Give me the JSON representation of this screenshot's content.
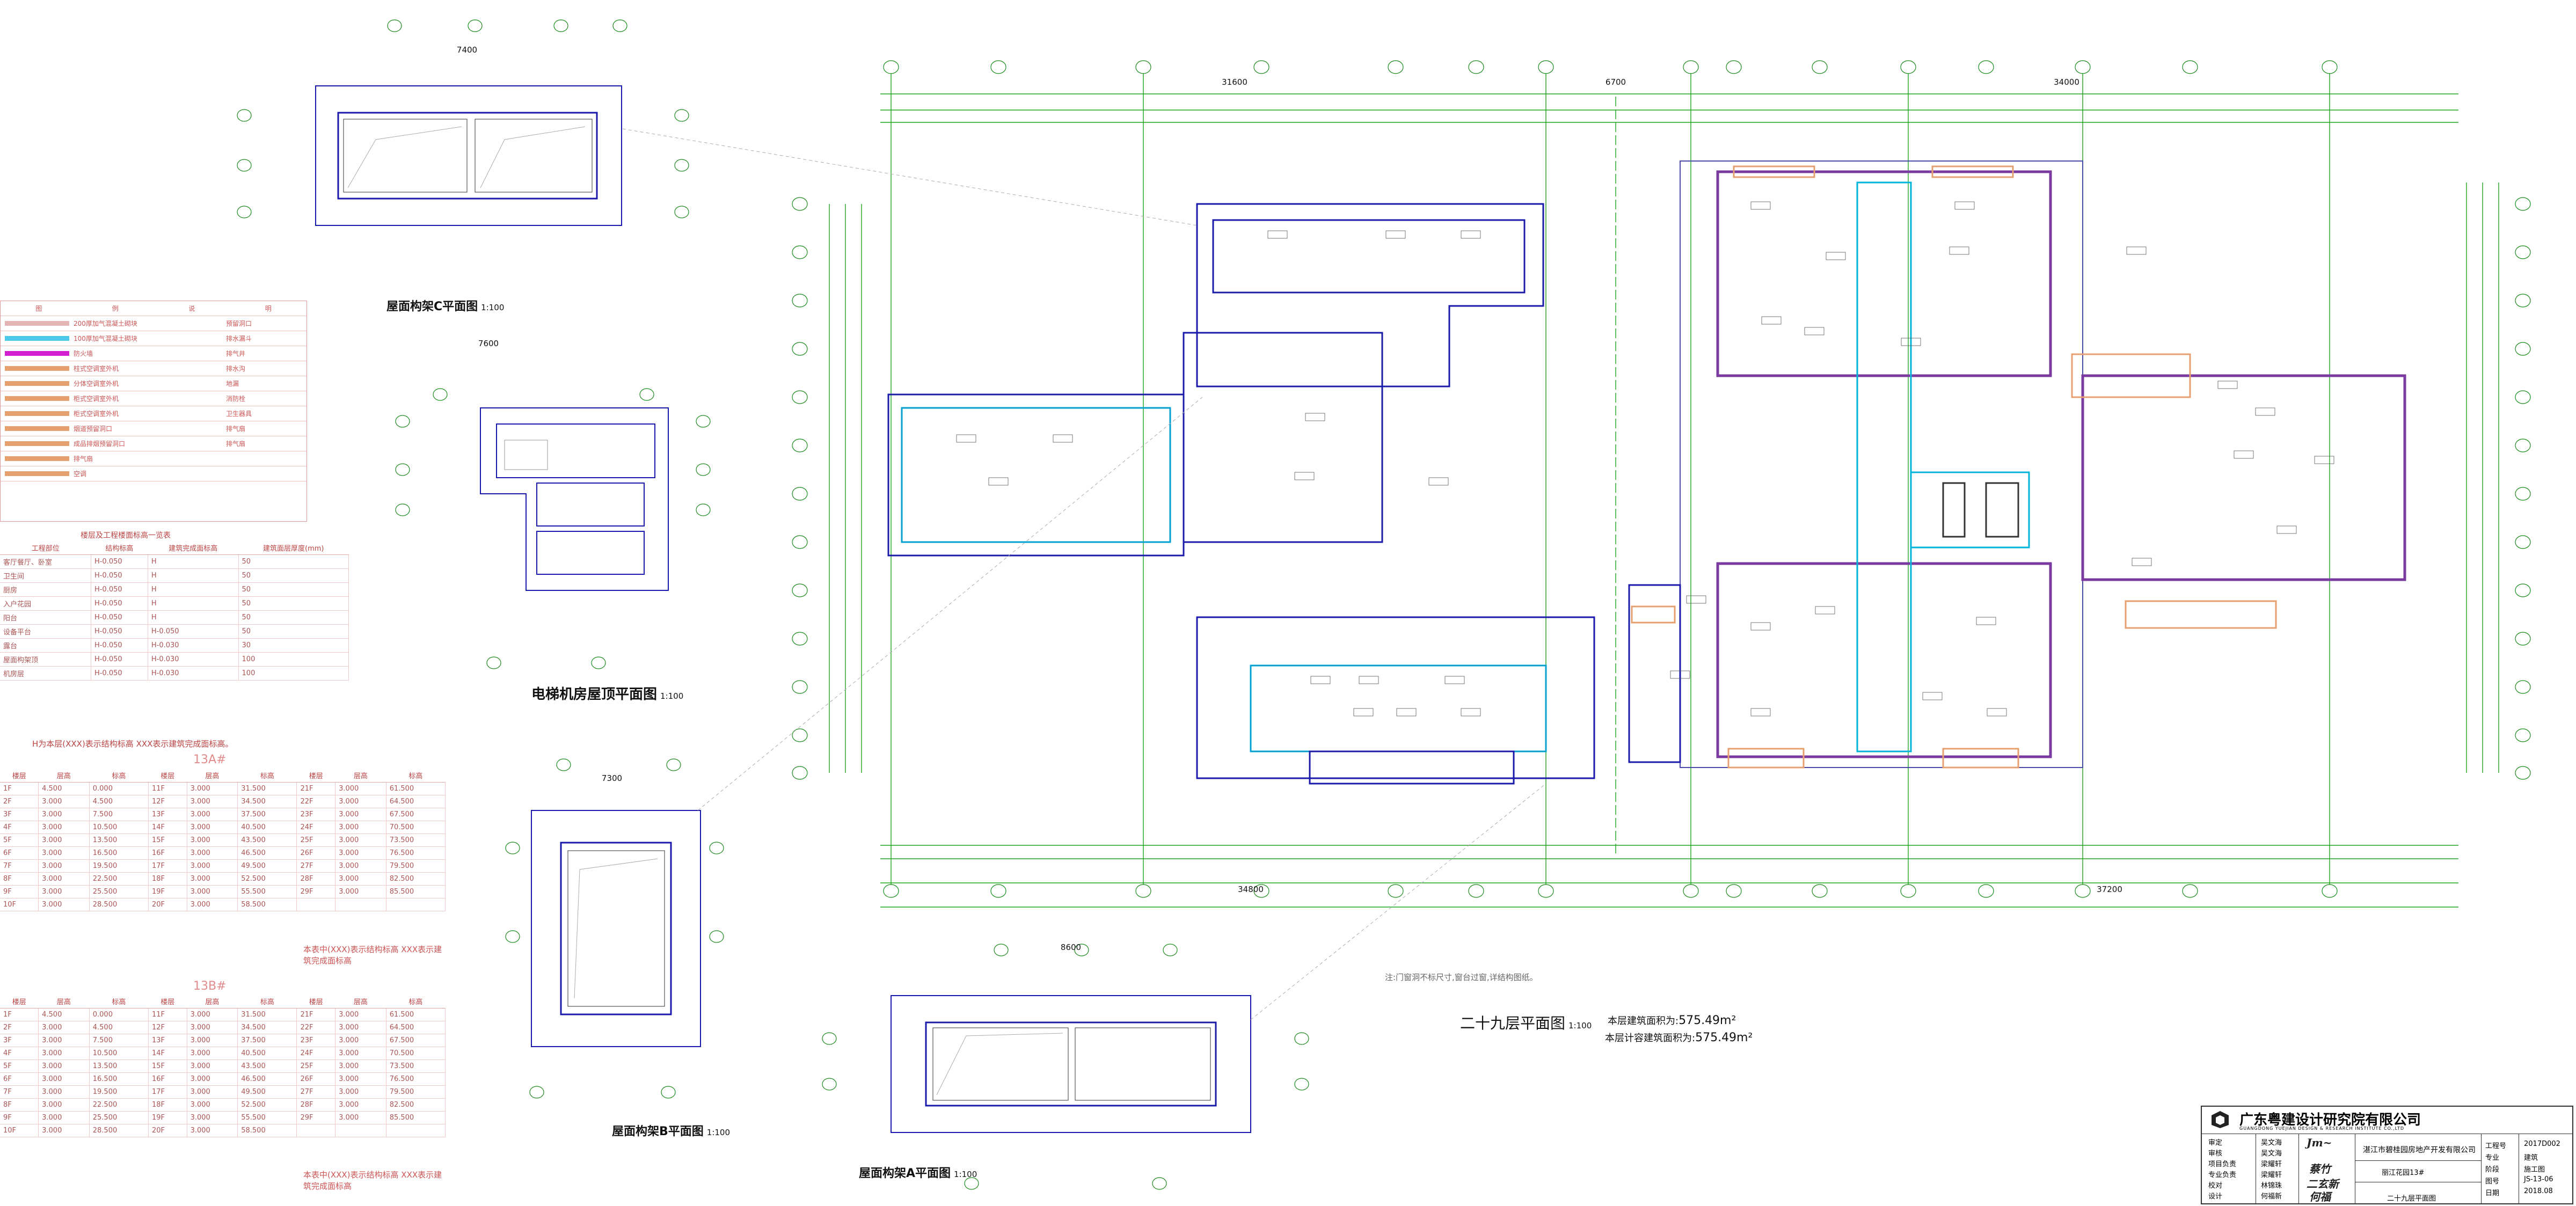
{
  "drawing": {
    "main_title": "二十九层平面图",
    "main_scale": "1:100",
    "area_total_label": "本层建筑面积为:",
    "area_total_value": "575.49m²",
    "area_calc_label": "本层计容建筑面积为:",
    "area_calc_value": "575.49m²",
    "note": "注:门窗洞不标尺寸,窗台过窗,详结构图纸。"
  },
  "sub_plans": {
    "roof_c": {
      "title": "屋面构架C平面图",
      "scale": "1:100"
    },
    "elevator_roof": {
      "title": "电梯机房屋顶平面图",
      "scale": "1:100"
    },
    "roof_b": {
      "title": "屋面构架B平面图",
      "scale": "1:100"
    },
    "roof_a": {
      "title": "屋面构架A平面图",
      "scale": "1:100"
    }
  },
  "legend": {
    "header": [
      "图",
      "例",
      "说",
      "明"
    ],
    "rows": [
      {
        "left": "200厚加气混凝土砌块",
        "right": "预留洞口"
      },
      {
        "left": "100厚加气混凝土砌块",
        "right": "排水漏斗"
      },
      {
        "left": "防火墙",
        "right": "排气井"
      },
      {
        "left": "柱式空调室外机",
        "right": "排水沟"
      },
      {
        "left": "分体空调室外机",
        "right": "地漏"
      },
      {
        "left": "柜式空调室外机",
        "right": "消防栓"
      },
      {
        "left": "柜式空调室外机",
        "right": "卫生器具"
      },
      {
        "left": "烟道预留洞口",
        "right": "排气扇"
      },
      {
        "left": "成品排烟预留洞口",
        "right": "排气扇"
      },
      {
        "left": "排气扇",
        "right": ""
      },
      {
        "left": "空调",
        "right": ""
      }
    ]
  },
  "elevation_table": {
    "title": "楼层及工程楼面标高一览表",
    "headers": [
      "工程部位",
      "结构标高",
      "建筑完成面标高",
      "建筑面层厚度(mm)"
    ],
    "rows": [
      [
        "客厅餐厅、卧室",
        "H-0.050",
        "H",
        "50"
      ],
      [
        "卫生间",
        "H-0.050",
        "H",
        "50"
      ],
      [
        "厨房",
        "H-0.050",
        "H",
        "50"
      ],
      [
        "入户花园",
        "H-0.050",
        "H",
        "50"
      ],
      [
        "阳台",
        "H-0.050",
        "H",
        "50"
      ],
      [
        "设备平台",
        "H-0.050",
        "H-0.050",
        "50"
      ],
      [
        "露台",
        "H-0.050",
        "H-0.030",
        "30"
      ],
      [
        "屋面构架顶",
        "H-0.050",
        "H-0.030",
        "100"
      ],
      [
        "机房层",
        "H-0.050",
        "H-0.030",
        "100"
      ]
    ],
    "footnote": "H为本层(XXX)表示结构标高  XXX表示建筑完成面标高。"
  },
  "floor_table_13a": {
    "title": "13A#",
    "headers": [
      "楼层",
      "层高",
      "标高",
      "楼层",
      "层高",
      "标高",
      "楼层",
      "层高",
      "标高"
    ],
    "rows": [
      [
        "1F",
        "4.500",
        "0.000",
        "11F",
        "3.000",
        "31.500",
        "21F",
        "3.000",
        "61.500"
      ],
      [
        "2F",
        "3.000",
        "4.500",
        "12F",
        "3.000",
        "34.500",
        "22F",
        "3.000",
        "64.500"
      ],
      [
        "3F",
        "3.000",
        "7.500",
        "13F",
        "3.000",
        "37.500",
        "23F",
        "3.000",
        "67.500"
      ],
      [
        "4F",
        "3.000",
        "10.500",
        "14F",
        "3.000",
        "40.500",
        "24F",
        "3.000",
        "70.500"
      ],
      [
        "5F",
        "3.000",
        "13.500",
        "15F",
        "3.000",
        "43.500",
        "25F",
        "3.000",
        "73.500"
      ],
      [
        "6F",
        "3.000",
        "16.500",
        "16F",
        "3.000",
        "46.500",
        "26F",
        "3.000",
        "76.500"
      ],
      [
        "7F",
        "3.000",
        "19.500",
        "17F",
        "3.000",
        "49.500",
        "27F",
        "3.000",
        "79.500"
      ],
      [
        "8F",
        "3.000",
        "22.500",
        "18F",
        "3.000",
        "52.500",
        "28F",
        "3.000",
        "82.500"
      ],
      [
        "9F",
        "3.000",
        "25.500",
        "19F",
        "3.000",
        "55.500",
        "29F",
        "3.000",
        "85.500"
      ],
      [
        "10F",
        "3.000",
        "28.500",
        "20F",
        "3.000",
        "58.500",
        "",
        "",
        ""
      ]
    ],
    "footnote": "本表中(XXX)表示结构标高  XXX表示建筑完成面标高"
  },
  "floor_table_13b": {
    "title": "13B#",
    "headers": [
      "楼层",
      "层高",
      "标高",
      "楼层",
      "层高",
      "标高",
      "楼层",
      "层高",
      "标高"
    ],
    "rows": [
      [
        "1F",
        "4.500",
        "0.000",
        "11F",
        "3.000",
        "31.500",
        "21F",
        "3.000",
        "61.500"
      ],
      [
        "2F",
        "3.000",
        "4.500",
        "12F",
        "3.000",
        "34.500",
        "22F",
        "3.000",
        "64.500"
      ],
      [
        "3F",
        "3.000",
        "7.500",
        "13F",
        "3.000",
        "37.500",
        "23F",
        "3.000",
        "67.500"
      ],
      [
        "4F",
        "3.000",
        "10.500",
        "14F",
        "3.000",
        "40.500",
        "24F",
        "3.000",
        "70.500"
      ],
      [
        "5F",
        "3.000",
        "13.500",
        "15F",
        "3.000",
        "43.500",
        "25F",
        "3.000",
        "73.500"
      ],
      [
        "6F",
        "3.000",
        "16.500",
        "16F",
        "3.000",
        "46.500",
        "26F",
        "3.000",
        "76.500"
      ],
      [
        "7F",
        "3.000",
        "19.500",
        "17F",
        "3.000",
        "49.500",
        "27F",
        "3.000",
        "79.500"
      ],
      [
        "8F",
        "3.000",
        "22.500",
        "18F",
        "3.000",
        "52.500",
        "28F",
        "3.000",
        "82.500"
      ],
      [
        "9F",
        "3.000",
        "25.500",
        "19F",
        "3.000",
        "55.500",
        "29F",
        "3.000",
        "85.500"
      ],
      [
        "10F",
        "3.000",
        "28.500",
        "20F",
        "3.000",
        "58.500",
        "",
        "",
        ""
      ]
    ],
    "footnote": "本表中(XXX)表示结构标高  XXX表示建筑完成面标高"
  },
  "title_block": {
    "company": "广东粤建设计研究院有限公司",
    "company_en": "GUANGDONG YUEJIAN DESIGN & RESEARCH INSTITUTE CO.,LTD",
    "client": "湛江市碧桂园房地产开发有限公司",
    "project": "丽江花园13#",
    "drawing_name": "二十九层平面图",
    "rows_left": [
      "审定",
      "审核",
      "项目负责",
      "专业负责",
      "校对",
      "设计"
    ],
    "rows_mid": [
      "吴文海",
      "吴文海",
      "梁耀轩",
      "梁耀轩",
      "林锦珠",
      "何福新"
    ],
    "rows_right_label": [
      "工程号",
      "专业",
      "阶段",
      "图号",
      "日期"
    ],
    "rows_right_value": [
      "2017D002",
      "建筑",
      "施工图",
      "JS-13-06",
      "2018.08"
    ]
  },
  "dimensions": {
    "top_total_left": "31600",
    "top_total_mid": "6700",
    "top_total_right": "34000",
    "bottom_total_left": "34800",
    "bottom_total_right": "37200",
    "roof_c_width": "7400",
    "elevator_width": "7600",
    "roof_b_width": "7300",
    "roof_a_width": "8600"
  }
}
